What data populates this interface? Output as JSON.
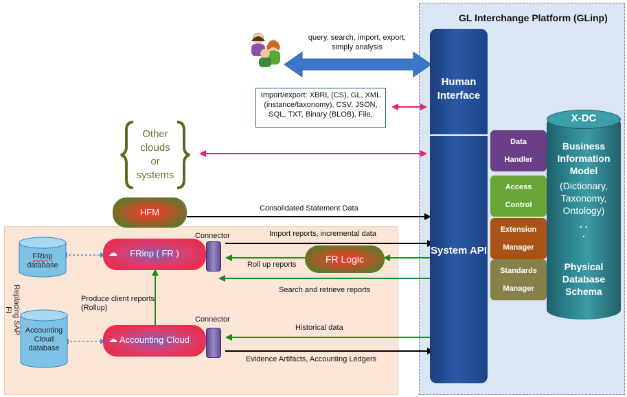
{
  "glinp": {
    "title": "GL Interchange Platform (GLinp)",
    "human_interface": "Human Interface",
    "system_api": "System API"
  },
  "managers": [
    {
      "label": "Data Handler",
      "color": "#6a3f87"
    },
    {
      "label": "Access Control",
      "color": "#6aa636"
    },
    {
      "label": "Extension Manager",
      "color": "#a85216"
    },
    {
      "label": "Standards Manager",
      "color": "#868049"
    }
  ],
  "xdc": {
    "title": "X-DC",
    "bim_title": "Business Information Model",
    "bim_detail": "(Dictionary, Taxonomy, Ontology)",
    "ellipsis": ". . .",
    "schema": "Physical Database Schema"
  },
  "users": {
    "caption": "query, search, import, export, simply analysis"
  },
  "formats": {
    "text": "Import/export: XBRL (CS), GL, XML (instance/taxonomy), CSV, JSON, SQL, TXT, Binary (BLOB), File,"
  },
  "other_clouds": {
    "line1": "Other",
    "line2": "clouds",
    "line3": "or",
    "line4": "systems"
  },
  "hfm": {
    "label": "HFM",
    "flow": "Consolidated Statement Data"
  },
  "replacing_label": "Replacing SAP FI",
  "frinp": {
    "label": "FRinp ( FR )",
    "connector": "Connector",
    "db_line1": "FRinp",
    "db_line2": "database"
  },
  "fr_logic": {
    "label": "FR Logic"
  },
  "accounting": {
    "label": "Accounting Cloud",
    "connector": "Connector",
    "db_line1": "Accounting",
    "db_line2": "Cloud",
    "db_line3": "database"
  },
  "flows": {
    "import_reports": "Import reports, incremental data",
    "roll_up": "Roll up reports",
    "search_retrieve": "Search and retrieve reports",
    "produce_reports_1": "Produce client reports",
    "produce_reports_2": "(Rollup)",
    "historical": "Historical data",
    "evidence": "Evidence Artifacts, Accounting Ledgers"
  }
}
